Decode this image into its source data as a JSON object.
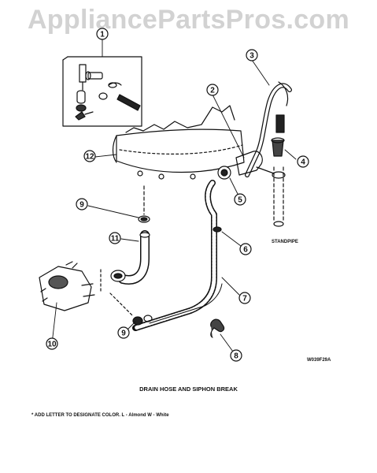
{
  "watermark": "AppliancePartsPros.com",
  "diagram": {
    "title": "DRAIN HOSE AND SIPHON BREAK",
    "footnote": "* ADD LETTER TO DESIGNATE COLOR.  L - Almond  W - White",
    "drawing_code": "W039F29A",
    "standpipe_label": "STANDPIPE",
    "callouts": [
      "1",
      "2",
      "3",
      "4",
      "5",
      "6",
      "7",
      "8",
      "9",
      "9",
      "10",
      "11",
      "12"
    ]
  }
}
